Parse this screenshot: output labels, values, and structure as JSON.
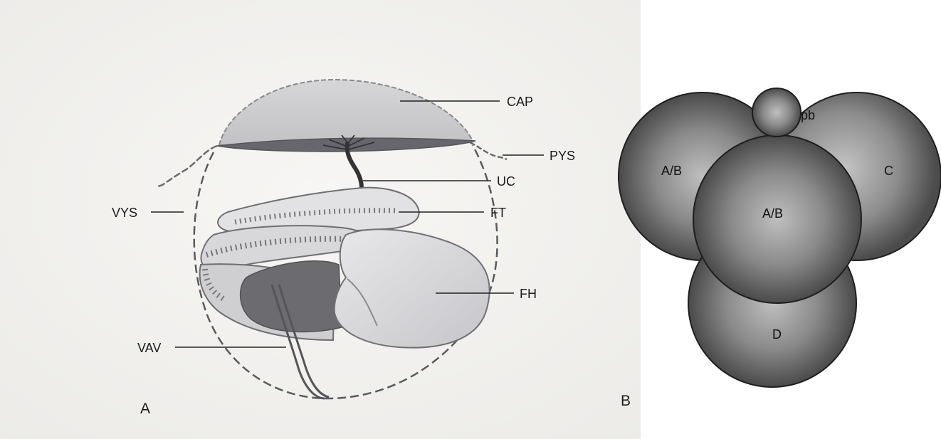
{
  "panel_a": {
    "panel_label": "A",
    "labels": {
      "cap": "CAP",
      "pys": "PYS",
      "uc": "UC",
      "vys": "VYS",
      "ft": "FT",
      "fh": "FH",
      "vav": "VAV"
    }
  },
  "panel_b": {
    "panel_label": "B",
    "cells": {
      "ab_left": "A/B",
      "c": "C",
      "ab_center": "A/B",
      "d": "D",
      "pb": "pb"
    }
  },
  "colors": {
    "paper": "#f4f3f1",
    "wash": "#c9c9cb",
    "dark_wash": "#6d6d72",
    "sphere_light": "#bdbdbd",
    "sphere_dark": "#474747"
  }
}
